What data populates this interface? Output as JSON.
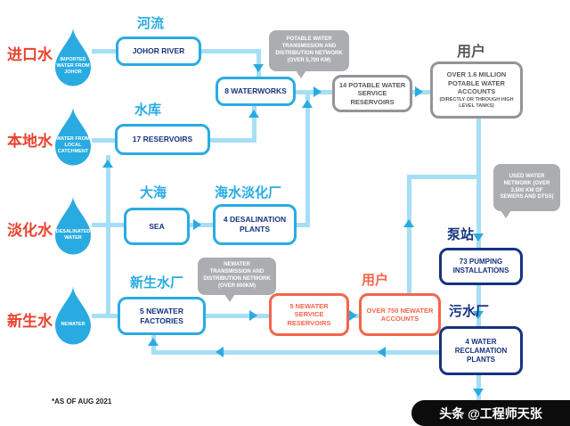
{
  "taps": [
    {
      "cn": "进口水",
      "droplet": "IMPORTED WATER FROM JOHOR"
    },
    {
      "cn": "本地水",
      "droplet": "WATER FROM LOCAL CATCHMENT"
    },
    {
      "cn": "淡化水",
      "droplet": "DESALINATED WATER"
    },
    {
      "cn": "新生水",
      "droplet": "NEWATER"
    }
  ],
  "labels": {
    "river_cn": "河流",
    "reservoir_cn": "水库",
    "sea_cn": "大海",
    "desal_cn": "海水淡化厂",
    "newater_plant_cn": "新生水厂",
    "users_potable_cn": "用户",
    "users_newater_cn": "用户",
    "pump_station_cn": "泵站",
    "sewage_plant_cn": "污水厂"
  },
  "nodes": {
    "johor_river": "JOHOR RIVER",
    "waterworks": "8 WATERWORKS",
    "reservoirs": "17 RESERVOIRS",
    "sea": "SEA",
    "desalination": "4 DESALINATION PLANTS",
    "newater_factories": "5 NEWATER FACTORIES",
    "potable_service_reservoirs": "14 POTABLE WATER SERVICE RESERVOIRS",
    "potable_accounts": "OVER 1.6 MILLION POTABLE WATER ACCOUNTS",
    "potable_accounts_sub": "(DIRECTLY OR THROUGH HIGH LEVEL TANKS)",
    "pumping": "73 PUMPING INSTALLATIONS",
    "reclamation": "4 WATER RECLAMATION PLANTS",
    "newater_service_reservoirs": "5 NEWATER SERVICE RESERVOIRS",
    "newater_accounts": "OVER 750 NEWATER ACCOUNTS"
  },
  "callouts": {
    "potable_network": "POTABLE WATER TRANSMISSION AND DISTRIBUTION NETWORK (OVER 5,700 KM)",
    "newater_network": "NEWATER TRANSMISSION AND DISTRIBUTION NETWORK (OVER 600KM)",
    "used_water_network": "USED WATER NETWORK (OVER 3,500 KM OF SEWERS AND DTSS)"
  },
  "footnote": "*AS OF AUG 2021",
  "watermark": "头条 @工程师天张",
  "colors": {
    "cyan": "#29ABE2",
    "pipe": "#A6DFF5",
    "navy": "#16337F",
    "red": "#E8432E",
    "coral": "#F26649",
    "gray_text": "#58595B",
    "callout_bg": "#ABADB0"
  }
}
